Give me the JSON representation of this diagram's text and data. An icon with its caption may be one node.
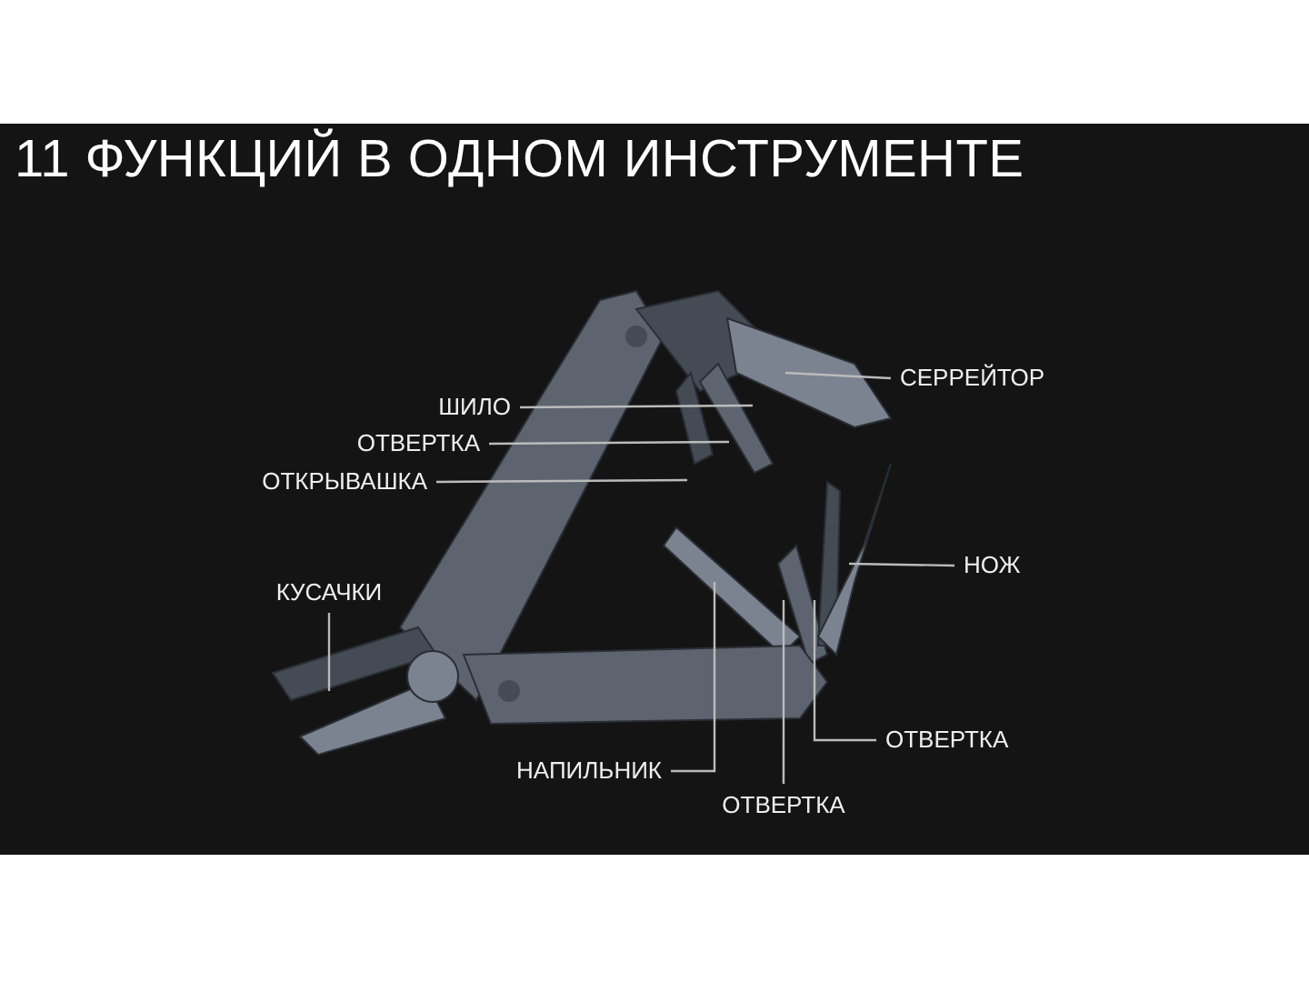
{
  "diagram": {
    "title": "11 ФУНКЦИЙ В ОДНОМ ИНСТРУМЕНТЕ",
    "nodes": [
      {
        "text": [
          "СЕРРЕЙТОР"
        ]
      },
      {
        "text": [
          "ШИЛО"
        ]
      },
      {
        "text": [
          "ОТВЕРТКА"
        ]
      },
      {
        "text": [
          "ОТКРЫВАШКА"
        ]
      },
      {
        "text": [
          "НОЖ"
        ]
      },
      {
        "text": [
          "КУСАЧКИ"
        ]
      },
      {
        "text": [
          "ОТВЕРТКА"
        ]
      },
      {
        "text": [
          "НАПИЛЬНИК"
        ]
      },
      {
        "text": [
          "ОТВЕРТКА"
        ]
      }
    ],
    "edges": [
      {
        "from": 0,
        "to": null,
        "arrow": "none"
      },
      {
        "from": 1,
        "to": null,
        "arrow": "none"
      },
      {
        "from": 2,
        "to": null,
        "arrow": "none"
      },
      {
        "from": 3,
        "to": null,
        "arrow": "none"
      },
      {
        "from": 4,
        "to": null,
        "arrow": "none"
      },
      {
        "from": 5,
        "to": null,
        "arrow": "none"
      },
      {
        "from": 6,
        "to": null,
        "arrow": "none"
      },
      {
        "from": 7,
        "to": null,
        "arrow": "none"
      },
      {
        "from": 8,
        "to": null,
        "arrow": "none"
      }
    ]
  }
}
